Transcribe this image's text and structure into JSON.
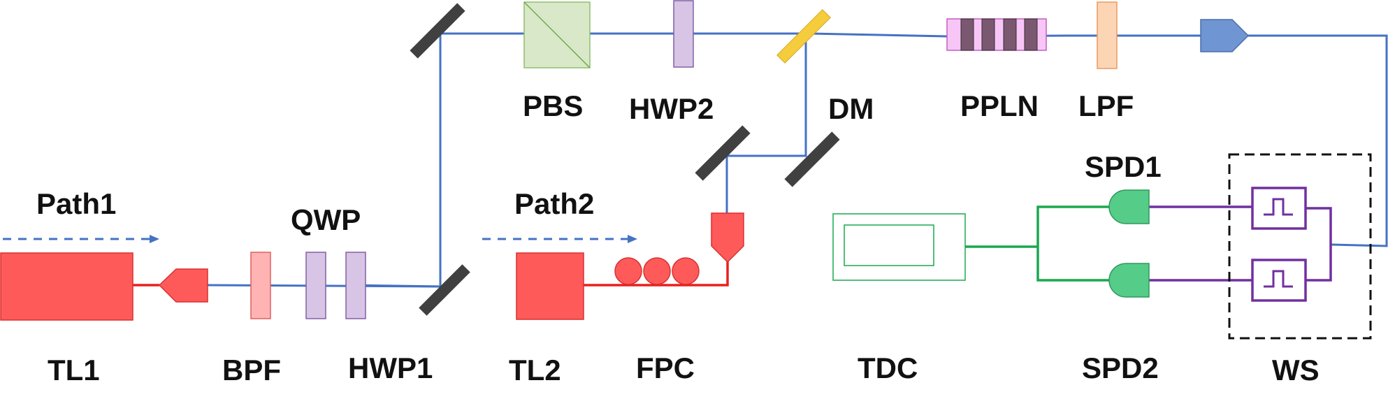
{
  "labels": {
    "path1": "Path1",
    "path2": "Path2",
    "tl1": "TL1",
    "bpf": "BPF",
    "qwp": "QWP",
    "hwp1": "HWP1",
    "tl2": "TL2",
    "fpc": "FPC",
    "pbs": "PBS",
    "hwp2": "HWP2",
    "dm": "DM",
    "ppln": "PPLN",
    "lpf": "LPF",
    "tdc": "TDC",
    "spd1": "SPD1",
    "spd2": "SPD2",
    "ws": "WS"
  },
  "colors": {
    "blue_path": "#4472c4",
    "red_path": "#e8201e",
    "green_path": "#1ba84f",
    "purple_path": "#7030a0",
    "laser": "#ff5a5a",
    "mirror": "#404040",
    "dichroic": "#f5cc3c",
    "pbs_fill": "#d8e8c8",
    "waveplate": "#d8c4e4",
    "bpf_fill": "#ffb3b3",
    "lpf_fill": "#fcd5b5",
    "ppln_fill": "#f7c6f7",
    "ppln_domain": "#7a5870",
    "detector": "#55cc88",
    "coupler_blue": "#6f96d2"
  }
}
